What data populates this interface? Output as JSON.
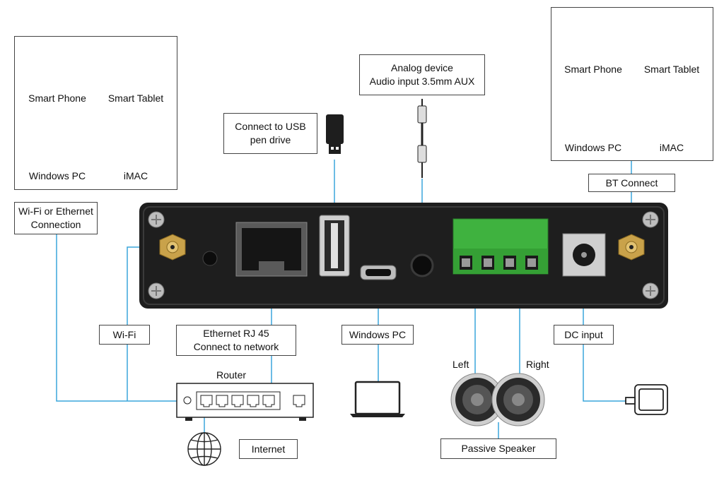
{
  "left_panel": {
    "devices": [
      "Smart Phone",
      "Smart Tablet",
      "Windows PC",
      "iMAC"
    ],
    "connection_label": [
      "Wi-Fi or Ethernet",
      "Connection"
    ]
  },
  "right_panel": {
    "devices": [
      "Smart Phone",
      "Smart Tablet",
      "Windows PC",
      "iMAC"
    ],
    "connection_label": "BT Connect"
  },
  "usb_label": [
    "Connect to USB",
    "pen drive"
  ],
  "aux_label": [
    "Analog device",
    "Audio input 3.5mm AUX"
  ],
  "wifi_label": "Wi-Fi",
  "ethernet_label": [
    "Ethernet RJ 45",
    "Connect to network"
  ],
  "windows_pc_label": "Windows PC",
  "dc_label": "DC input",
  "router_label": "Router",
  "internet_label": "Internet",
  "speaker": {
    "left": "Left",
    "right": "Right",
    "label": "Passive Speaker"
  },
  "colors": {
    "line": "#3aa6dc",
    "terminal_green": "#3fb23f",
    "device_body": "#1e1e1e",
    "brass": "#c9a24a"
  }
}
